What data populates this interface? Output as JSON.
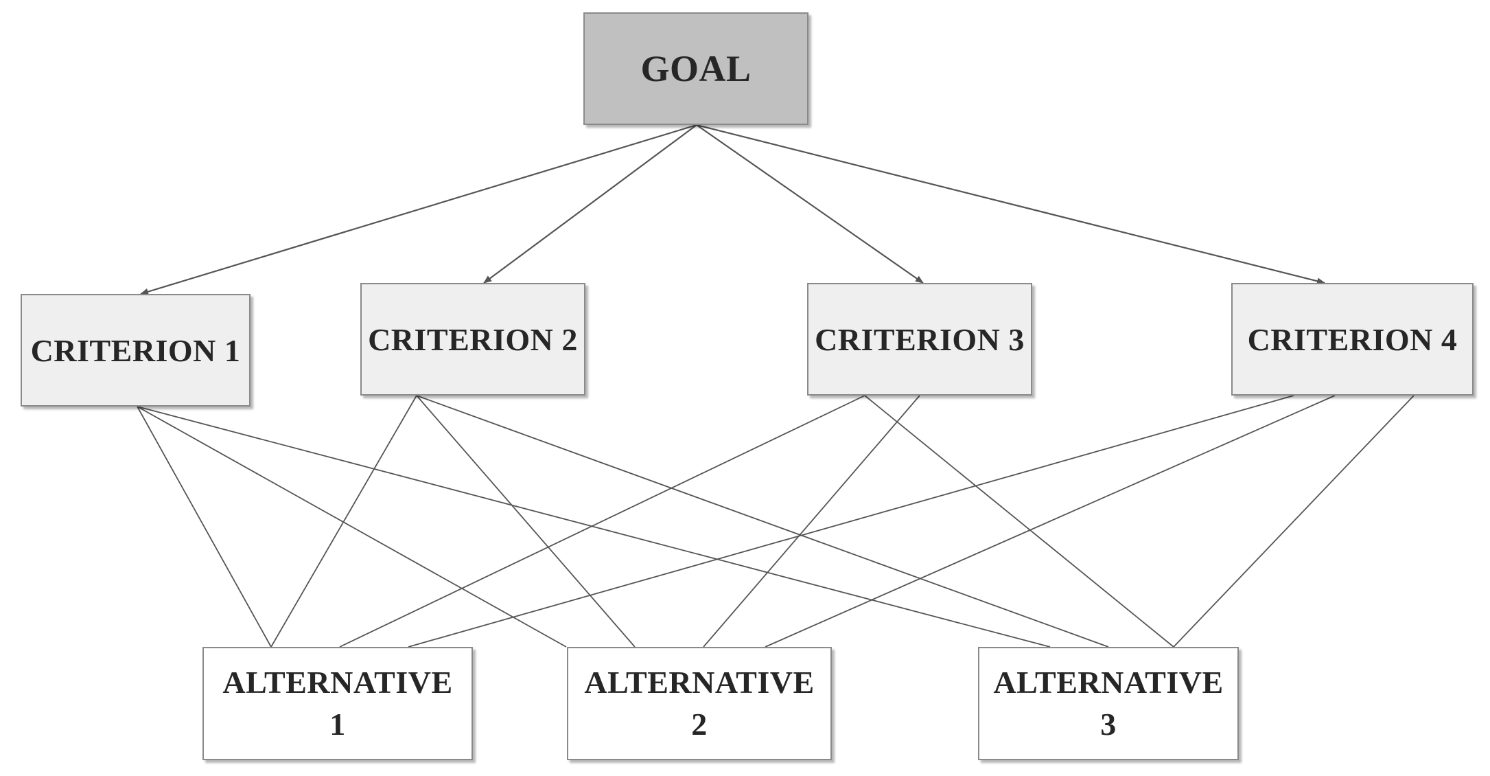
{
  "diagram": {
    "goal": {
      "label": "GOAL"
    },
    "criteria": [
      {
        "label": "CRITERION 1"
      },
      {
        "label": "CRITERION 2"
      },
      {
        "label": "CRITERION 3"
      },
      {
        "label": "CRITERION 4"
      }
    ],
    "alternatives": [
      {
        "line1": "ALTERNATIVE",
        "line2": "1"
      },
      {
        "line1": "ALTERNATIVE",
        "line2": "2"
      },
      {
        "line1": "ALTERNATIVE",
        "line2": "3"
      }
    ],
    "colors": {
      "goal_fill": "#c0c0c0",
      "criterion_fill": "#efefef",
      "alternative_fill": "#ffffff",
      "border": "#8a8a8a",
      "connector": "#555555"
    }
  }
}
